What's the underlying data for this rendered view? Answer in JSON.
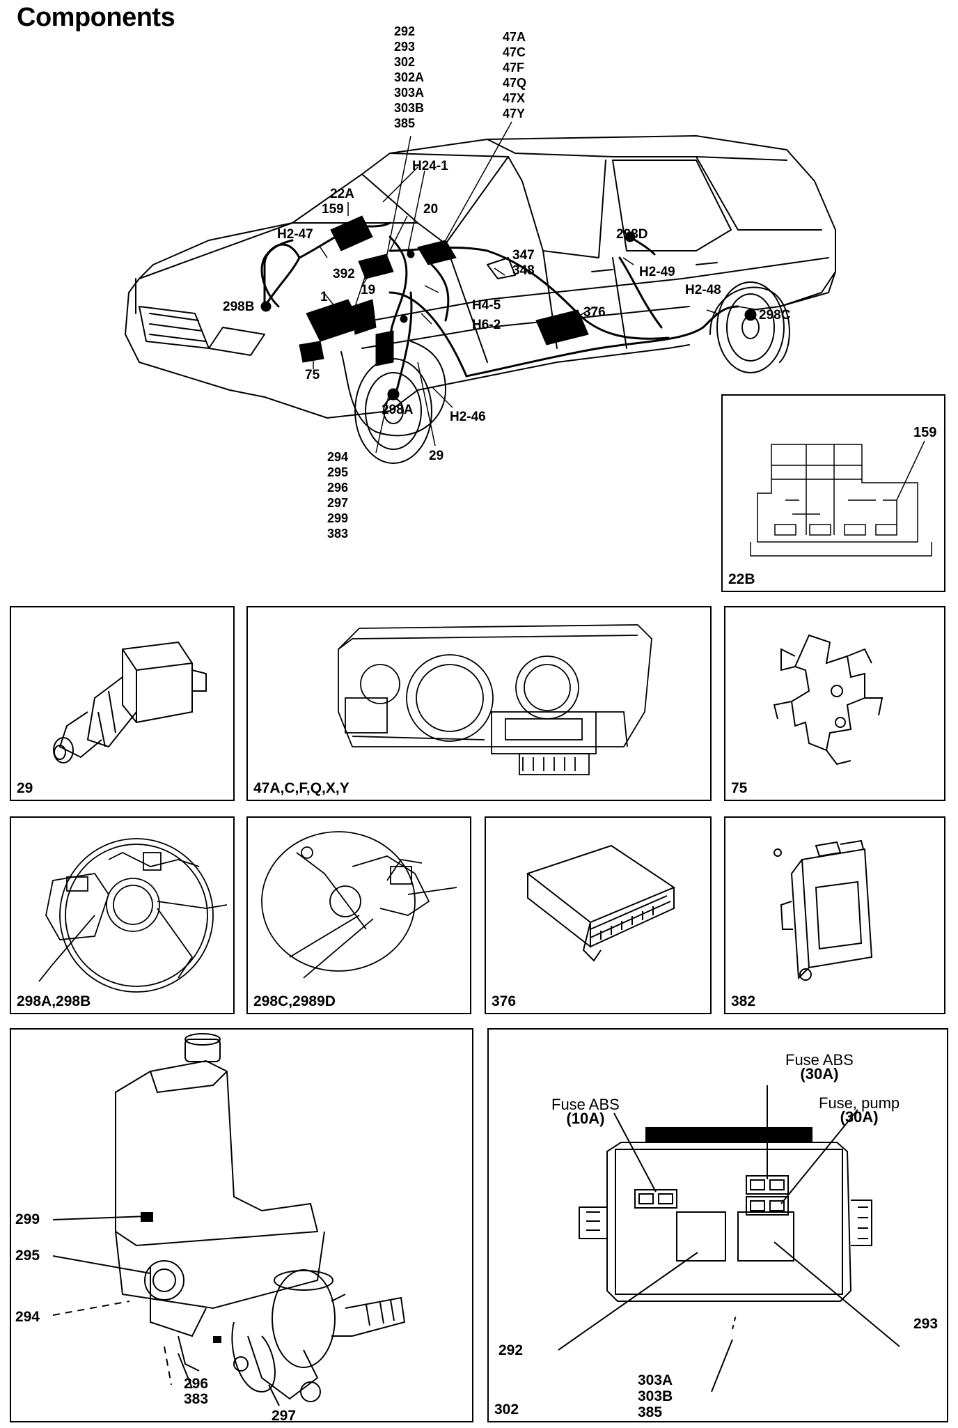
{
  "title": "Components",
  "callouts": {
    "stack_292": [
      "292",
      "293",
      "302",
      "302A",
      "303A",
      "303B",
      "385"
    ],
    "stack_47": [
      "47A",
      "47C",
      "47F",
      "47Q",
      "47X",
      "47Y"
    ],
    "stack_294": [
      "294",
      "295",
      "296",
      "297",
      "299",
      "383"
    ],
    "h24_1": "H24-1",
    "c22a": "22A",
    "c159": "159",
    "c20": "20",
    "h2_47": "H2-47",
    "c298d": "298D",
    "c347": "347",
    "c348": "348",
    "h2_49": "H2-49",
    "c392": "392",
    "c19": "19",
    "c298b": "298B",
    "c1": "1",
    "h4_5": "H4-5",
    "h6_2": "H6-2",
    "c376": "376",
    "h2_48": "H2-48",
    "c298c": "298C",
    "c75": "75",
    "c298a": "298A",
    "h2_46": "H2-46",
    "c29": "29"
  },
  "panels": {
    "p22b": {
      "label": "22B",
      "callout": "159"
    },
    "p29": {
      "label": "29"
    },
    "p47": {
      "label": "47A,C,F,Q,X,Y"
    },
    "p75": {
      "label": "75"
    },
    "p298ab": {
      "label": "298A,298B"
    },
    "p298cd": {
      "label": "298C,2989D"
    },
    "p376": {
      "label": "376"
    },
    "p382": {
      "label": "382"
    },
    "p_pump": {
      "callouts": {
        "c299": "299",
        "c295": "295",
        "c294": "294",
        "c296": "296",
        "c383": "383",
        "c297": "297"
      }
    },
    "p302": {
      "label": "302",
      "fuse_abs_10": {
        "name": "Fuse ABS",
        "amp": "(10A)"
      },
      "fuse_abs_30": {
        "name": "Fuse ABS",
        "amp": "(30A)"
      },
      "fuse_pump_30": {
        "name": "Fuse, pump",
        "amp": "(30A)"
      },
      "callouts": {
        "c292": "292",
        "c293": "293",
        "bottom_stack": [
          "303A",
          "303B",
          "385"
        ]
      }
    }
  }
}
